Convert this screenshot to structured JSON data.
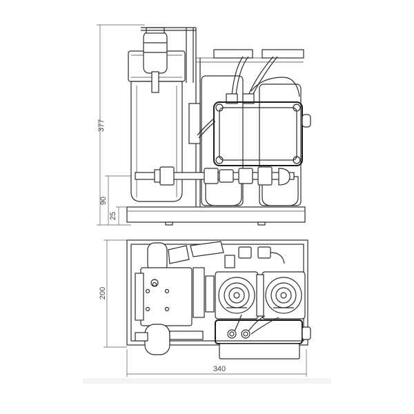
{
  "dimensions": {
    "height_total": "377",
    "height_frame": "90",
    "height_base": "25",
    "depth": "200",
    "width": "340"
  },
  "colors": {
    "line": "#2a2a2a",
    "dimension_line": "#555555",
    "background": "#ffffff"
  }
}
